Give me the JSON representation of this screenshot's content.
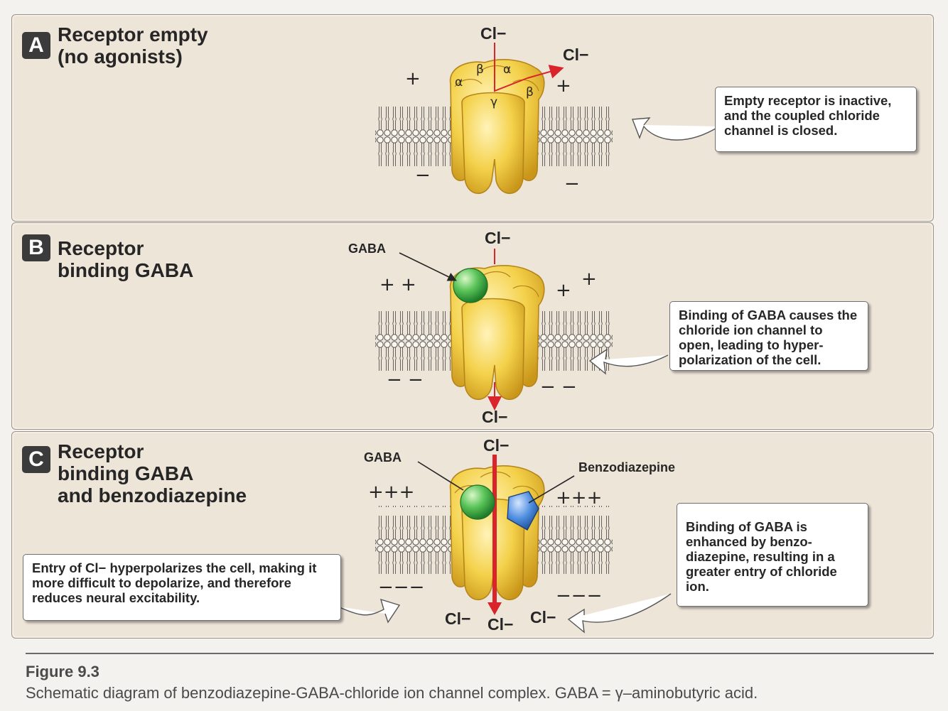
{
  "panels": [
    {
      "letter": "A",
      "title_lines": [
        "Receptor empty",
        "(no agonists)"
      ],
      "ion_top": "Cl−",
      "ion_side": "Cl−",
      "subunits": [
        "β",
        "α",
        "α",
        "γ",
        "β"
      ],
      "charges_upper_left": "+",
      "charges_upper_right": "+",
      "charges_lower_left": "−",
      "charges_lower_right": "−",
      "callout": "Empty receptor is inactive, and the coupled chloride channel is closed."
    },
    {
      "letter": "B",
      "title_lines": [
        "Receptor",
        "binding GABA"
      ],
      "ion_top": "Cl−",
      "ion_bottom": "Cl−",
      "gaba_label": "GABA",
      "charges_upper_left": "+ +",
      "charges_upper_right_1": "+",
      "charges_upper_right_2": "+",
      "charges_lower_left": "− −",
      "charges_lower_right": "− −",
      "callout": "Binding of GABA causes the chloride ion channel to open, leading to hyper-polarization of the cell."
    },
    {
      "letter": "C",
      "title_lines": [
        "Receptor",
        "binding GABA",
        "and benzodiazepine"
      ],
      "ion_top": "Cl−",
      "ions_bottom": [
        "Cl−",
        "Cl−",
        "Cl−"
      ],
      "gaba_label": "GABA",
      "bzd_label": "Benzodiazepine",
      "charges_upper_left": "+++",
      "charges_upper_right": "+++",
      "charges_lower_left": "−−−",
      "charges_lower_right": "−−−",
      "callout_left": "Entry of Cl− hyperpolarizes the cell, making it more difficult to depolarize, and therefore reduces neural excitability.",
      "callout_right": "Binding of GABA is enhanced by benzo-diazepine, resulting in a greater entry of chloride ion."
    }
  ],
  "figure": {
    "title": "Figure 9.3",
    "caption": "Schematic diagram of benzodiazepine-GABA-chloride ion channel complex.  GABA = γ–aminobutyric acid."
  },
  "colors": {
    "panel_bg": "#eee5d9",
    "receptor": "#f2cd45",
    "receptor_dark": "#c99a18",
    "gaba": "#4cbb4c",
    "benzodiazepine": "#3f7fd0",
    "ion_path": "#d8242a"
  }
}
